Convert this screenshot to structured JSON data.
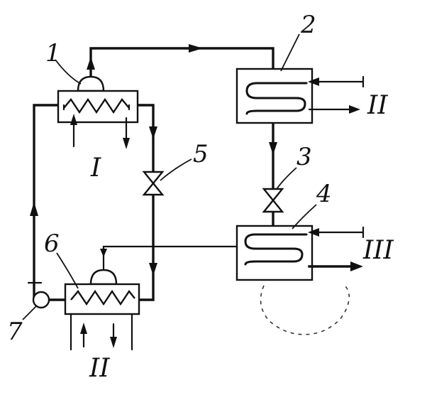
{
  "labels": {
    "n1": "1",
    "n2": "2",
    "n3": "3",
    "n4": "4",
    "n5": "5",
    "n6": "6",
    "n7": "7",
    "r_I": "I",
    "r_II_top": "II",
    "r_III": "III",
    "r_II_bottom": "II"
  },
  "icons": {
    "valve_upper": "expansion-valve-icon",
    "valve_lower": "expansion-valve-icon",
    "pump": "pump-icon"
  }
}
